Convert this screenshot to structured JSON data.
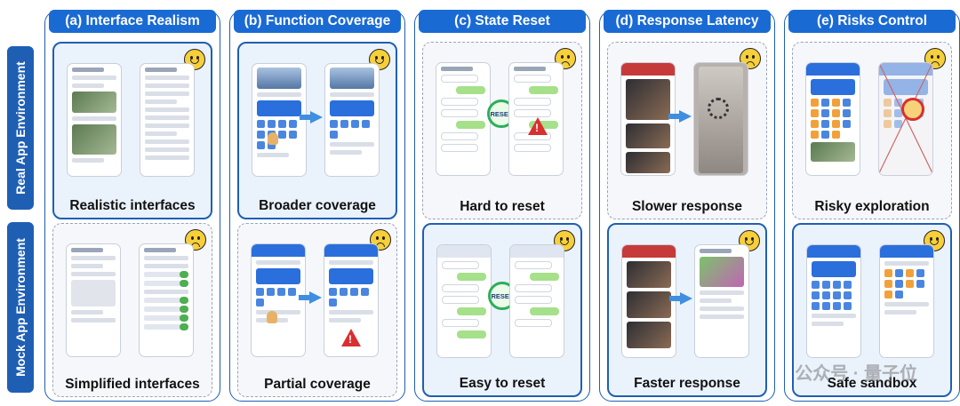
{
  "row_labels": {
    "real": "Real App Environment",
    "mock": "Mock App Environment"
  },
  "columns": [
    {
      "header": "(a) Interface Realism",
      "top": {
        "caption": "Realistic interfaces",
        "face": "happy"
      },
      "bottom": {
        "caption": "Simplified interfaces",
        "face": "sad"
      }
    },
    {
      "header": "(b) Function Coverage",
      "top": {
        "caption": "Broader coverage",
        "face": "happy"
      },
      "bottom": {
        "caption": "Partial coverage",
        "face": "sad"
      }
    },
    {
      "header": "(c) State Reset",
      "top": {
        "caption": "Hard to reset",
        "face": "sad",
        "badge": "RESET"
      },
      "bottom": {
        "caption": "Easy to reset",
        "face": "happy",
        "badge": "RESET"
      }
    },
    {
      "header": "(d) Response Latency",
      "top": {
        "caption": "Slower response",
        "face": "sad"
      },
      "bottom": {
        "caption": "Faster response",
        "face": "happy"
      }
    },
    {
      "header": "(e) Risks Control",
      "top": {
        "caption": "Risky exploration",
        "face": "sad"
      },
      "bottom": {
        "caption": "Safe sandbox",
        "face": "happy"
      }
    }
  ],
  "watermark": "公众号 · 量子位",
  "colors": {
    "header_blue": "#1a6ad4",
    "border_blue": "#1f5fb3",
    "good_panel_bg": "#eaf2fc",
    "bad_panel_bg": "#f6f7fb",
    "face_yellow": "#f7cf3a",
    "warning_red": "#d83030",
    "reset_green": "#2eae5a"
  },
  "icons": {
    "happy": "smiling-face-icon",
    "sad": "frowning-face-icon",
    "arrow": "transition-arrow-icon",
    "reset": "reset-cycle-icon",
    "warning": "warning-triangle-icon",
    "loading": "loading-spinner-icon",
    "risk": "stop-hand-icon"
  }
}
